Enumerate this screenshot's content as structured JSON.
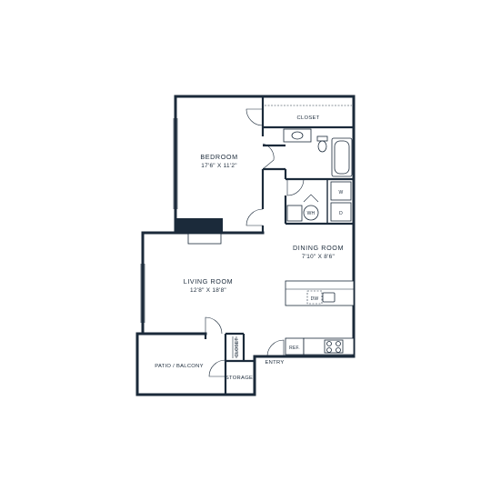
{
  "rooms": {
    "bedroom": {
      "label": "BEDROOM",
      "dims": "17'6\" X 11'2\""
    },
    "living": {
      "label": "LIVING ROOM",
      "dims": "12'8\" X 18'8\""
    },
    "dining": {
      "label": "DINING ROOM",
      "dims": "7'10\" X 8'6\""
    },
    "closet_top": {
      "label": "CLOSET"
    },
    "closet_side": {
      "label": "CLOSET"
    },
    "patio": {
      "label": "PATIO / BALCONY"
    },
    "storage": {
      "label": "STORAGE"
    },
    "entry": {
      "label": "ENTRY"
    }
  },
  "appliances": {
    "washer": "W",
    "dryer": "D",
    "water_heater": "WH",
    "dishwasher": "DW",
    "refrigerator": "REF."
  },
  "colors": {
    "line": "#1b2a3a",
    "background": "#ffffff"
  }
}
